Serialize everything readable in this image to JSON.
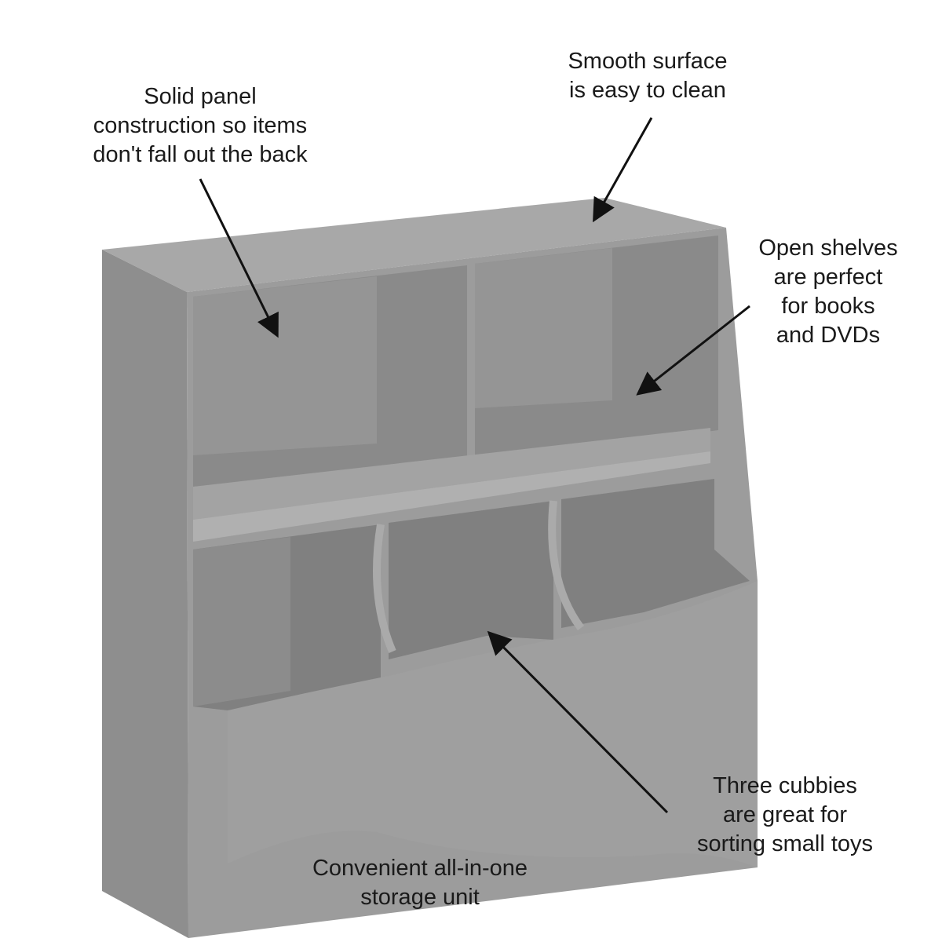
{
  "callouts": {
    "solid_panel": "Solid panel\nconstruction so items\ndon't fall out the back",
    "smooth_surface": "Smooth surface\nis easy to clean",
    "open_shelves": "Open shelves\nare perfect\nfor books\nand DVDs",
    "three_cubbies": "Three cubbies\nare great for\nsorting small toys",
    "all_in_one": "Convenient all-in-one\nstorage unit"
  },
  "colors": {
    "shelf_front": "#9a9a9a",
    "shelf_side": "#8d8d8d",
    "shelf_top": "#a6a6a6",
    "interior": "#858585",
    "text": "#1a1a1a"
  }
}
